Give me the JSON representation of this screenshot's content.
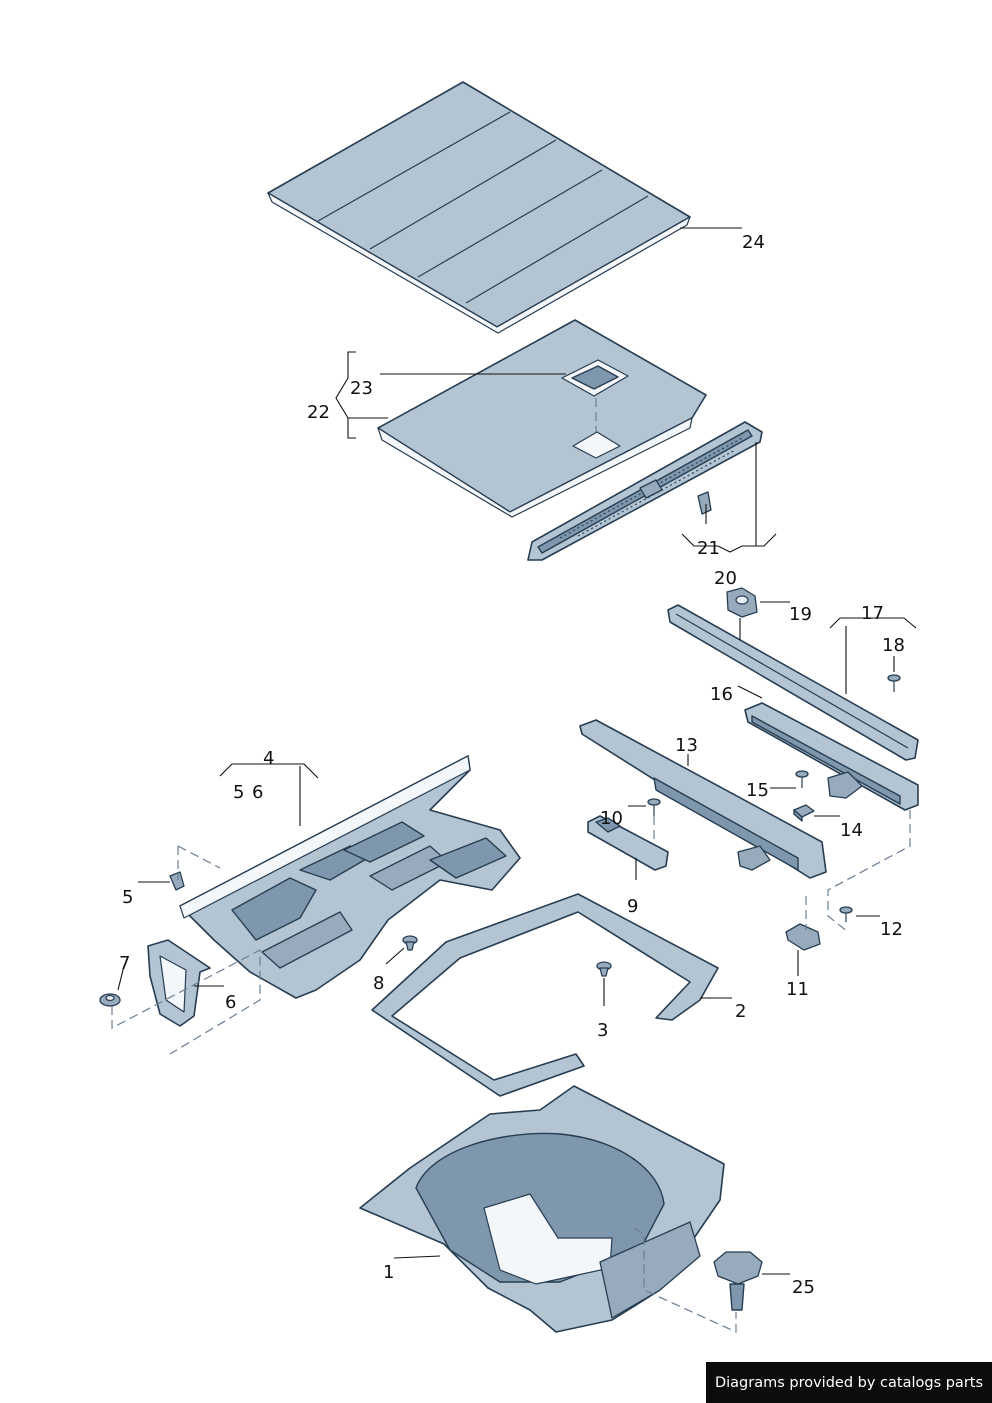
{
  "diagram": {
    "callouts": [
      "1",
      "2",
      "3",
      "4",
      "5",
      "5",
      "6",
      "6",
      "7",
      "8",
      "9",
      "10",
      "11",
      "12",
      "13",
      "14",
      "15",
      "16",
      "17",
      "18",
      "19",
      "20",
      "21",
      "22",
      "23",
      "24",
      "25"
    ]
  },
  "footer": {
    "text": "Diagrams provided by catalogs parts"
  }
}
